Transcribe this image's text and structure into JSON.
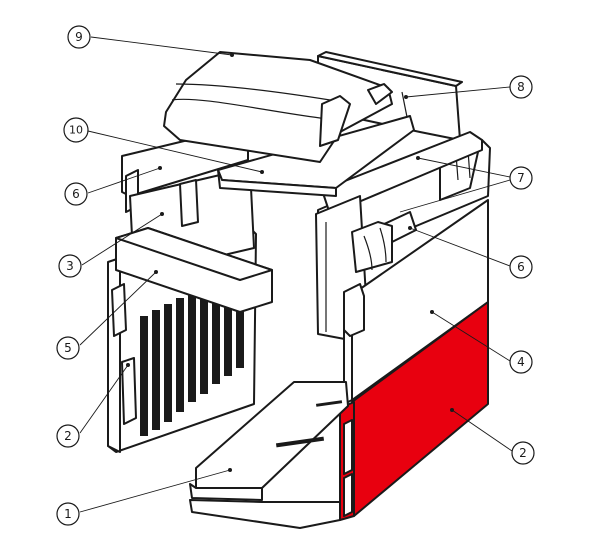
{
  "highlight_color": "#e8000f",
  "callouts": [
    {
      "id": "c9",
      "label": "9"
    },
    {
      "id": "c8",
      "label": "8"
    },
    {
      "id": "c10",
      "label": "10"
    },
    {
      "id": "c7",
      "label": "7"
    },
    {
      "id": "c6a",
      "label": "6"
    },
    {
      "id": "c6b",
      "label": "6"
    },
    {
      "id": "c3",
      "label": "3"
    },
    {
      "id": "c5",
      "label": "5"
    },
    {
      "id": "c4",
      "label": "4"
    },
    {
      "id": "c2a",
      "label": "2"
    },
    {
      "id": "c2b",
      "label": "2"
    },
    {
      "id": "c1",
      "label": "1"
    }
  ]
}
